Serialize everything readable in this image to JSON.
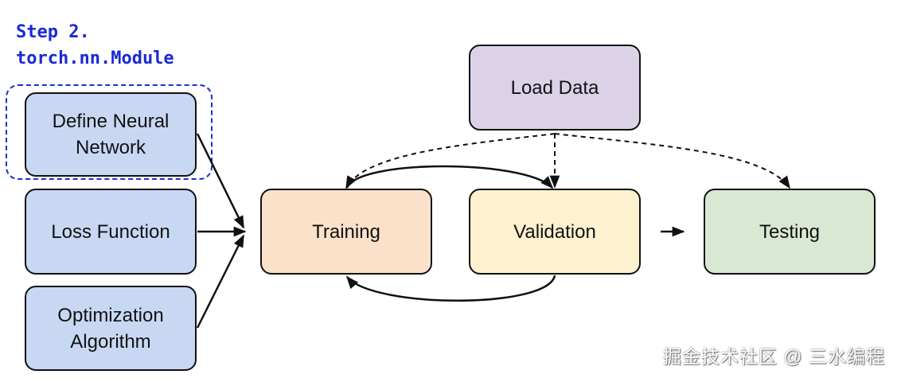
{
  "header": {
    "step_line1": "Step 2.",
    "step_line2": "torch.nn.Module"
  },
  "nodes": {
    "define_network": {
      "line1": "Define Neural",
      "line2": "Network"
    },
    "loss_function": {
      "label": "Loss Function"
    },
    "optimization": {
      "line1": "Optimization",
      "line2": "Algorithm"
    },
    "load_data": {
      "label": "Load Data"
    },
    "training": {
      "label": "Training"
    },
    "validation": {
      "label": "Validation"
    },
    "testing": {
      "label": "Testing"
    }
  },
  "watermark": "掘金技术社区 @ 三水编程",
  "colors": {
    "step_text": "#1a29d6",
    "module_boxes": "#c8d8f3",
    "load_data": "#dcd2e8",
    "training": "#fbe1c9",
    "validation": "#fdf1cf",
    "testing": "#d8e8d2"
  }
}
